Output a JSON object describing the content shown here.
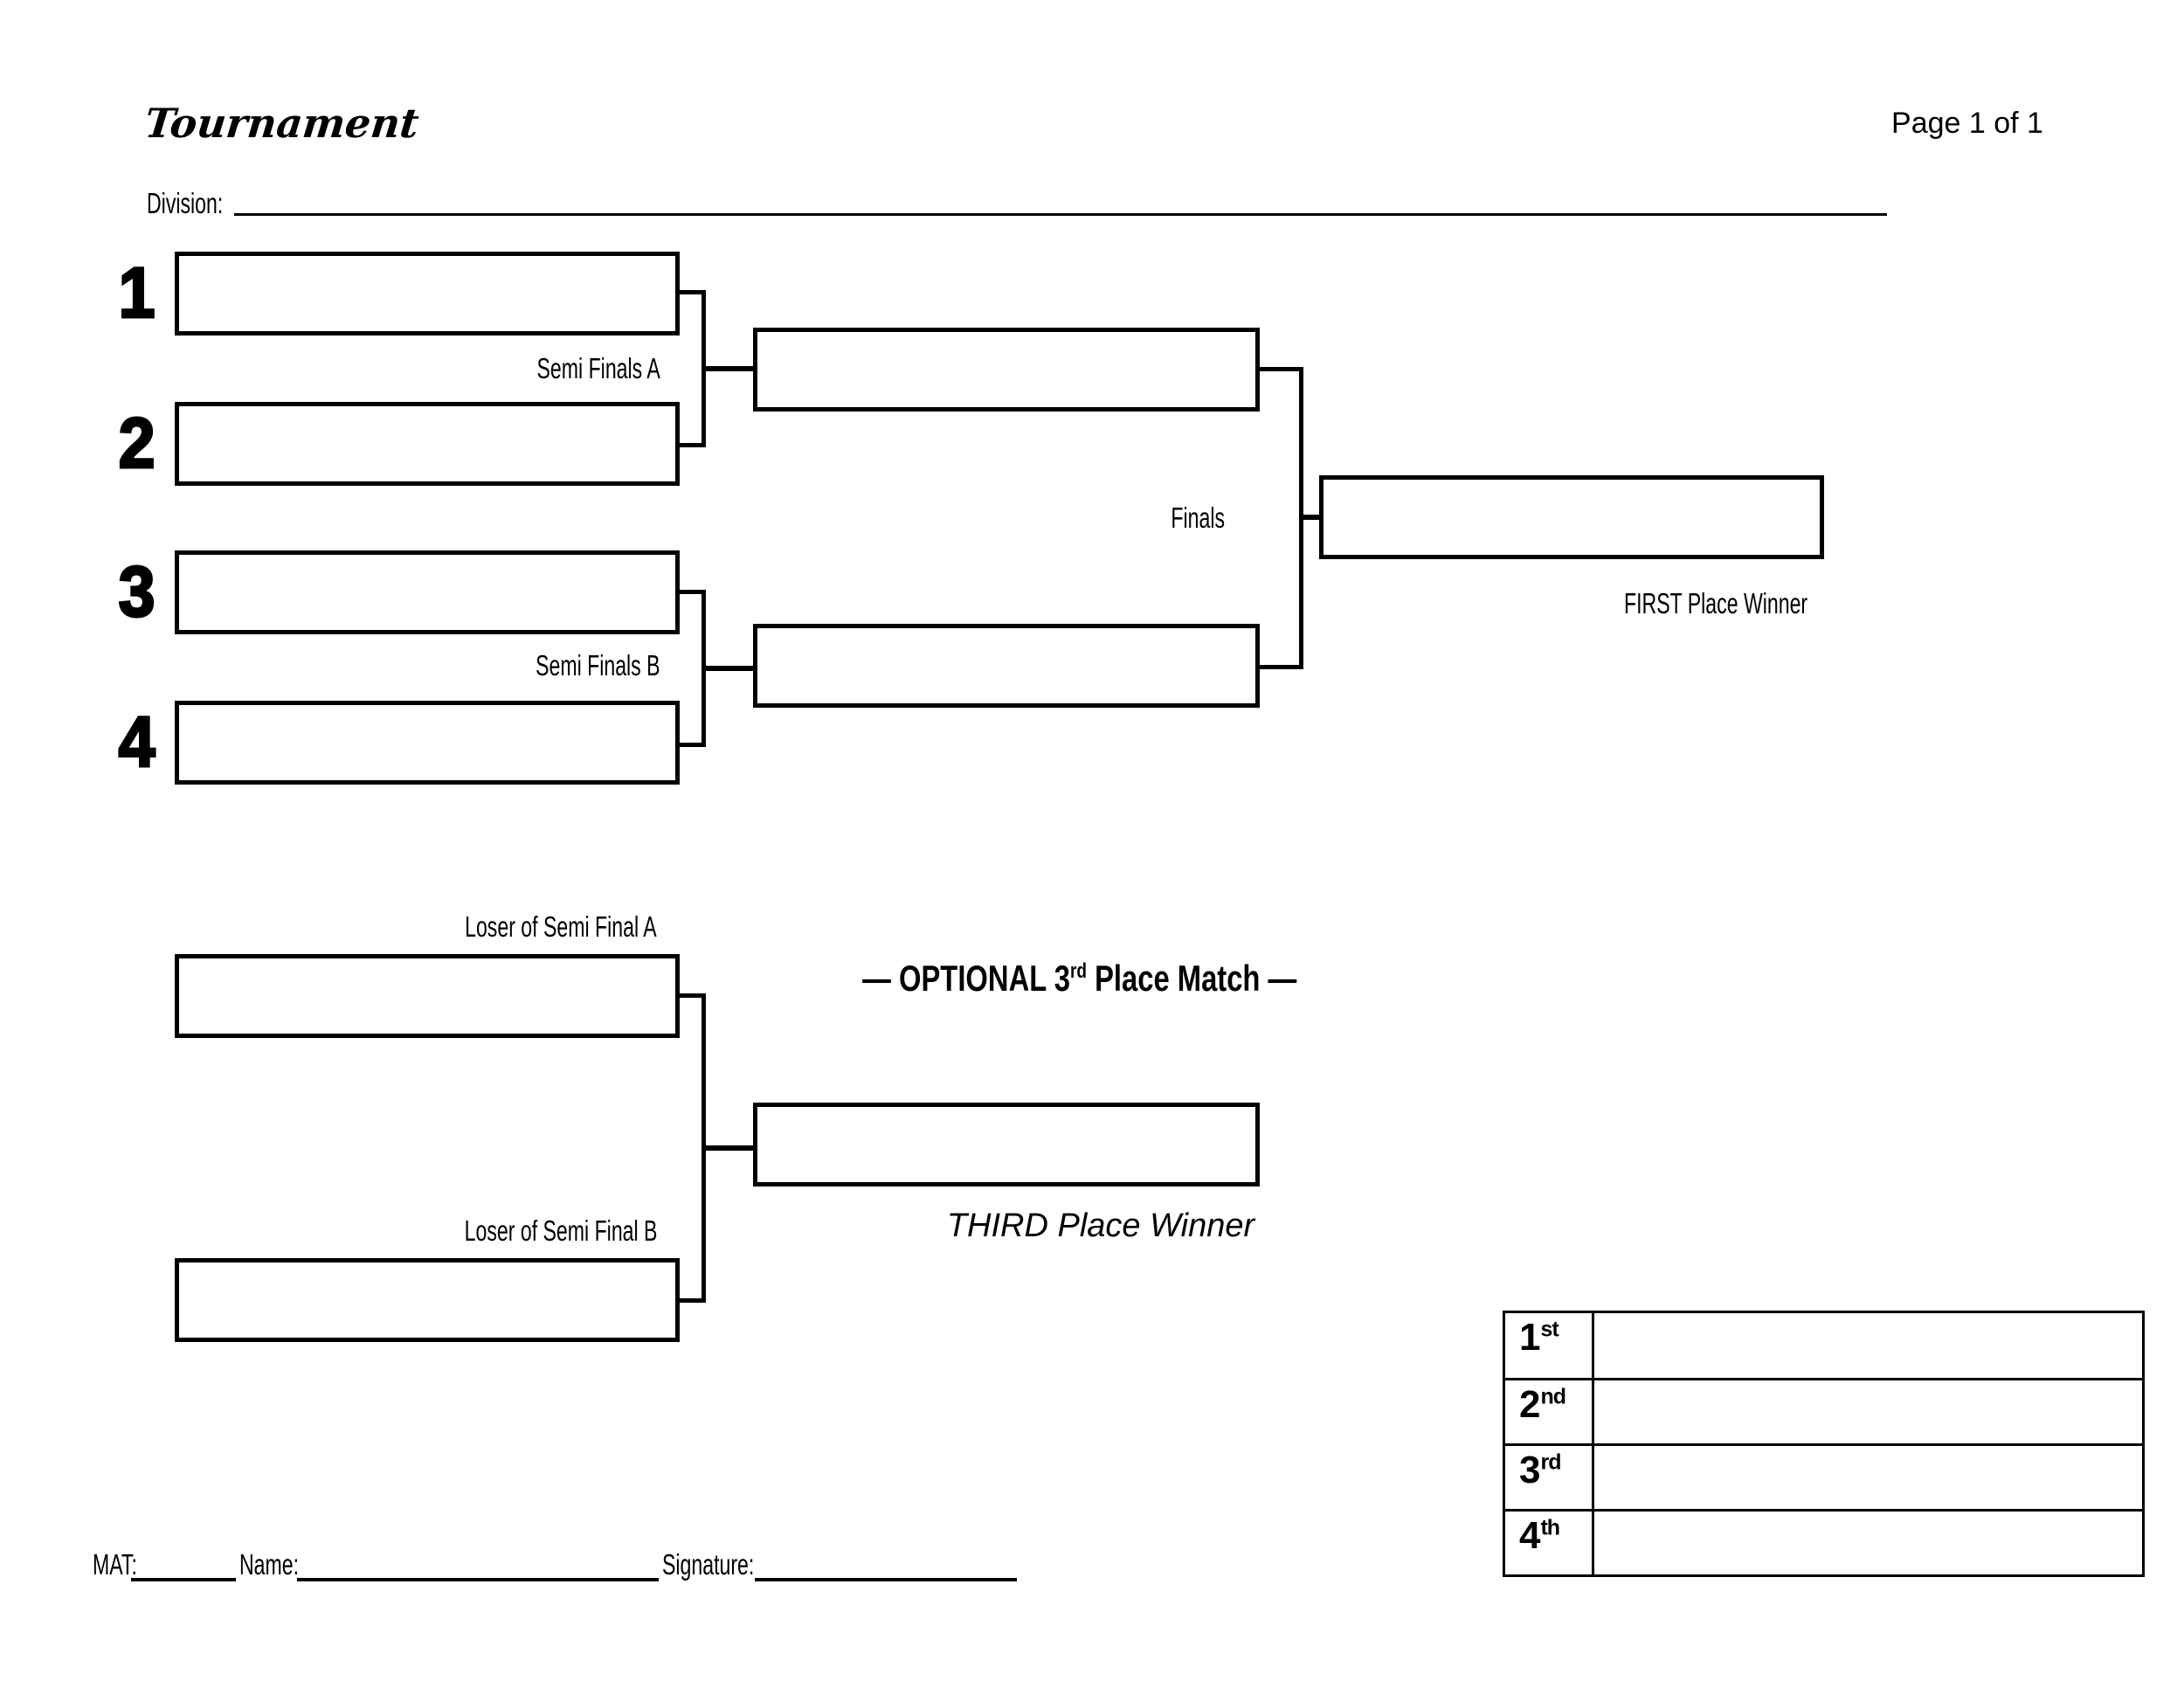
{
  "header": {
    "title": "Tournament",
    "page_indicator": "Page 1 of 1",
    "division_label": "Division:",
    "division_value": ""
  },
  "bracket": {
    "seeds": [
      "1",
      "2",
      "3",
      "4"
    ],
    "semifinals_a_label": "Semi Finals A",
    "semifinals_b_label": "Semi Finals B",
    "finals_label": "Finals",
    "first_place_label": "FIRST Place Winner"
  },
  "consolation": {
    "loser_a_label": "Loser of Semi Final A",
    "loser_b_label": "Loser of Semi Final B",
    "heading": {
      "prefix": "— OPTIONAL 3",
      "sup": "rd",
      "suffix": " Place Match —"
    },
    "winner_label": "THIRD Place Winner"
  },
  "results": {
    "rows": [
      {
        "rank": "1",
        "suffix": "st",
        "name": ""
      },
      {
        "rank": "2",
        "suffix": "nd",
        "name": ""
      },
      {
        "rank": "3",
        "suffix": "rd",
        "name": ""
      },
      {
        "rank": "4",
        "suffix": "th",
        "name": ""
      }
    ]
  },
  "footer": {
    "mat_label": "MAT:",
    "mat_value": "",
    "name_label": "Name:",
    "name_value": "",
    "signature_label": "Signature:",
    "signature_value": ""
  }
}
